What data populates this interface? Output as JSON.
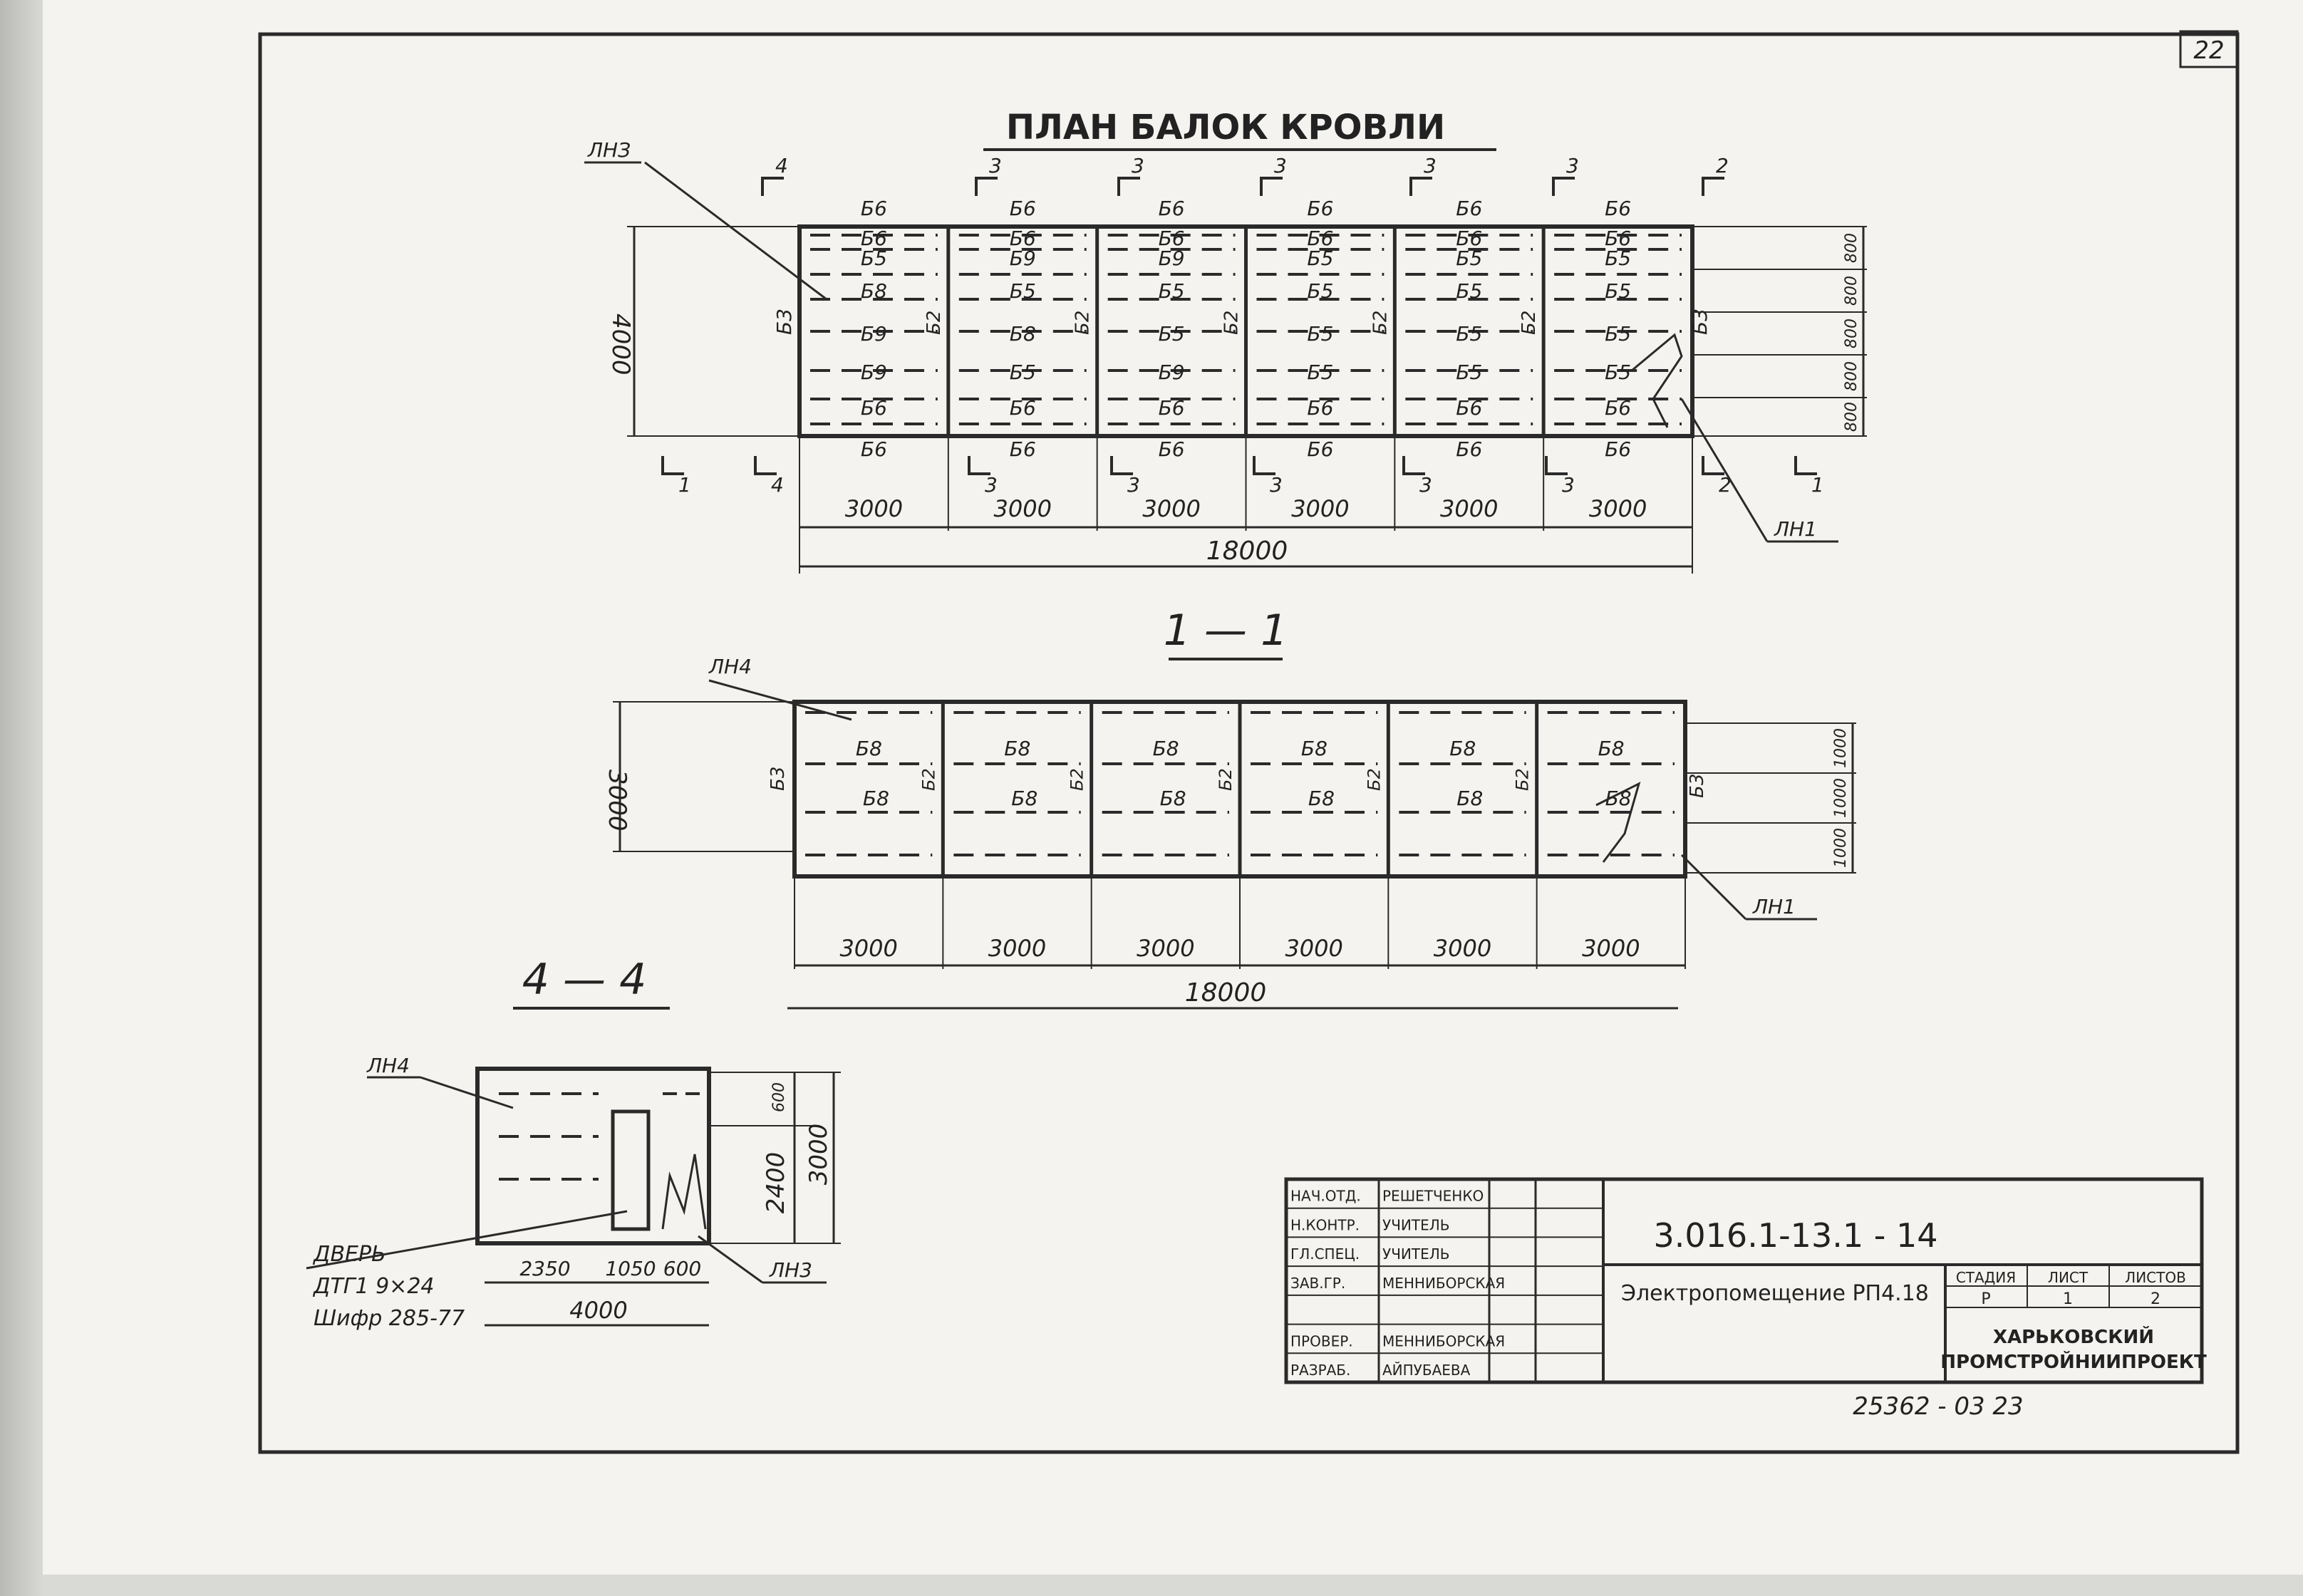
{
  "sheet_number": "22",
  "title": "ПЛАН   БАЛОК   КРОВЛИ",
  "plan": {
    "bays": 6,
    "bay_labels": [
      "3000",
      "3000",
      "3000",
      "3000",
      "3000",
      "3000"
    ],
    "total_label": "18000",
    "height_label": "4000",
    "right_dims": [
      "800",
      "800",
      "800",
      "800",
      "800"
    ],
    "edge_beam": "Б3",
    "mid_beam": "Б2",
    "beam_rows": [
      [
        "Б6",
        "Б6",
        "Б6",
        "Б6",
        "Б6",
        "Б6"
      ],
      [
        "Б6",
        "Б6",
        "Б6",
        "Б6",
        "Б6",
        "Б6"
      ],
      [
        "Б5",
        "Б9",
        "Б9",
        "Б5",
        "Б5",
        "Б5"
      ],
      [
        "Б8",
        "Б5",
        "Б5",
        "Б5",
        "Б5",
        "Б5"
      ],
      [
        "Б9",
        "Б8",
        "Б5",
        "Б5",
        "Б5",
        "Б5"
      ],
      [
        "Б9",
        "Б5",
        "Б9",
        "Б5",
        "Б5",
        "Б5"
      ],
      [
        "Б6",
        "Б6",
        "Б6",
        "Б6",
        "Б6",
        "Б6"
      ],
      [
        "Б6",
        "Б6",
        "Б6",
        "Б6",
        "Б6",
        "Б6"
      ]
    ],
    "callout_lnz": "ЛНЗ",
    "callout_ln1": "ЛН1",
    "section_marks_top": [
      "4",
      "3",
      "3",
      "3",
      "3",
      "3",
      "2"
    ],
    "section_marks_bottom": [
      "1",
      "4",
      "3",
      "3",
      "3",
      "3",
      "3",
      "2",
      "1"
    ]
  },
  "section_1_1": {
    "title": "1 — 1",
    "bay_labels": [
      "3000",
      "3000",
      "3000",
      "3000",
      "3000",
      "3000"
    ],
    "total_label": "18000",
    "height_label": "3000",
    "right_dims": [
      "1000",
      "1000",
      "1000"
    ],
    "beam_label": "Б8",
    "edge_beam": "Б3",
    "mid_beam": "Б2",
    "callout_ln4": "ЛН4",
    "callout_ln1": "ЛН1"
  },
  "section_4_4": {
    "title": "4 — 4",
    "callout_ln4": "ЛН4",
    "callout_ln3": "ЛН3",
    "bottom_dims": [
      "2350",
      "1050",
      "600"
    ],
    "total_label": "4000",
    "right_dims": [
      "2400",
      "600"
    ],
    "right_total": "3000",
    "door_note": [
      "ДВЕРЬ",
      "ДТГ1  9×24",
      "Шифр 285-77"
    ]
  },
  "title_block": {
    "rows": [
      [
        "НАЧ.ОТД.",
        "РЕШЕТЧЕНКО"
      ],
      [
        "Н.КОНТР.",
        "УЧИТЕЛЬ"
      ],
      [
        "ГЛ.СПЕЦ.",
        "УЧИТЕЛЬ"
      ],
      [
        "ЗАВ.ГР.",
        "МЕННИБОРСКАЯ"
      ],
      [
        "",
        ""
      ],
      [
        "ПРОВЕР.",
        "МЕННИБОРСКАЯ"
      ],
      [
        "РАЗРАБ.",
        "АЙПУБАЕВА"
      ]
    ],
    "code": "3.016.1-13.1 - 14",
    "object": "Электропомещение РП4.18",
    "stage_headers": [
      "СТАДИЯ",
      "ЛИСТ",
      "ЛИСТОВ"
    ],
    "stage_values": [
      "Р",
      "1",
      "2"
    ],
    "org": [
      "ХАРЬКОВСКИЙ",
      "ПРОМСТРОЙНИИПРОЕКТ"
    ]
  },
  "archive_number": "25362 - 03   23"
}
